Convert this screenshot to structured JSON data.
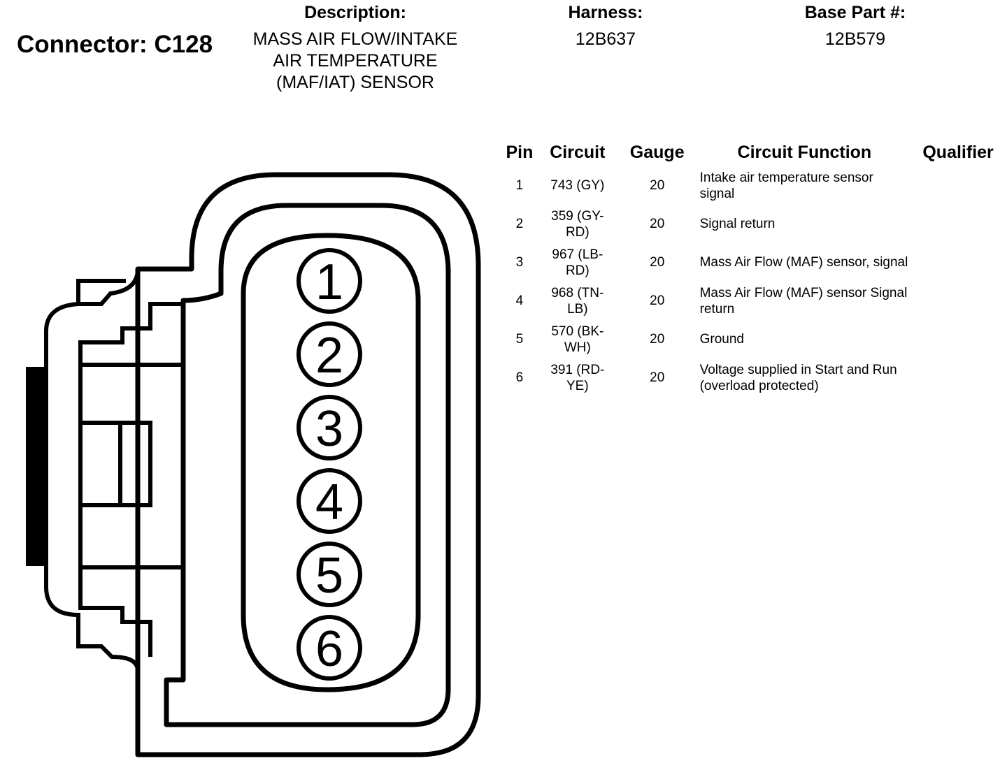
{
  "connector": {
    "title": "Connector: C128"
  },
  "description": {
    "label": "Description:",
    "lines": [
      "MASS AIR FLOW/INTAKE",
      "AIR TEMPERATURE",
      "(MAF/IAT) SENSOR"
    ]
  },
  "harness": {
    "label": "Harness:",
    "value": "12B637"
  },
  "base_part": {
    "label": "Base Part #:",
    "value": "12B579"
  },
  "table": {
    "headers": {
      "pin": "Pin",
      "circuit": "Circuit",
      "gauge": "Gauge",
      "function": "Circuit Function",
      "qualifier": "Qualifier"
    },
    "rows": [
      {
        "pin": "1",
        "circuit": "743 (GY)",
        "gauge": "20",
        "function": "Intake air temperature sensor signal",
        "qualifier": ""
      },
      {
        "pin": "2",
        "circuit": "359 (GY-RD)",
        "gauge": "20",
        "function": "Signal return",
        "qualifier": ""
      },
      {
        "pin": "3",
        "circuit": "967 (LB-RD)",
        "gauge": "20",
        "function": "Mass Air Flow (MAF) sensor, signal",
        "qualifier": ""
      },
      {
        "pin": "4",
        "circuit": "968 (TN-LB)",
        "gauge": "20",
        "function": "Mass Air Flow (MAF) sensor Signal return",
        "qualifier": ""
      },
      {
        "pin": "5",
        "circuit": "570 (BK-WH)",
        "gauge": "20",
        "function": "Ground",
        "qualifier": ""
      },
      {
        "pin": "6",
        "circuit": "391 (RD-YE)",
        "gauge": "20",
        "function": "Voltage supplied in Start and Run (overload protected)",
        "qualifier": ""
      }
    ]
  },
  "diagram": {
    "pin_labels": [
      "1",
      "2",
      "3",
      "4",
      "5",
      "6"
    ]
  }
}
